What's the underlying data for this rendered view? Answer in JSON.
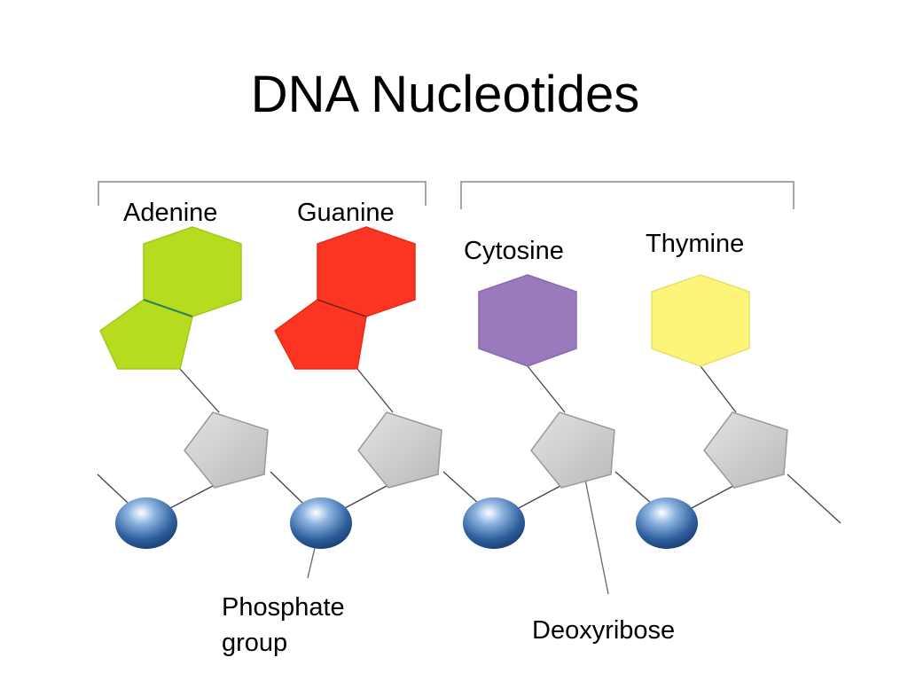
{
  "title": "DNA Nucleotides",
  "bases": [
    {
      "name": "Adenine",
      "color": "#b5dc1e",
      "shape": "hexagon-pentagon"
    },
    {
      "name": "Guanine",
      "color": "#fb3522",
      "shape": "hexagon-pentagon"
    },
    {
      "name": "Cytosine",
      "color": "#9a79bd",
      "shape": "hexagon"
    },
    {
      "name": "Thymine",
      "color": "#fcf579",
      "shape": "hexagon"
    }
  ],
  "sugar": {
    "label": "Deoxyribose",
    "color": "#cccccc"
  },
  "phosphate": {
    "label_line1": "Phosphate",
    "label_line2": "group",
    "color": "#2f5f9e"
  }
}
